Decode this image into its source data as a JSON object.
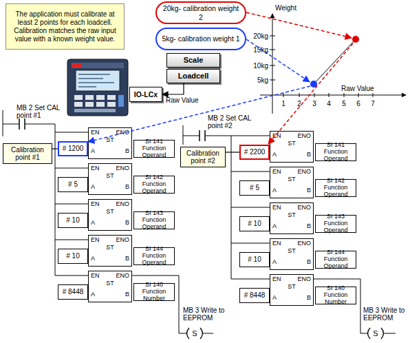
{
  "diagram": {
    "nodes": [
      {
        "text": [
          "The application must calibrate at least 2 points for each loadcell. Calibration matches the raw input value with a known weight value."
        ]
      },
      {
        "text": [
          "20kg- calibration weight 2"
        ]
      },
      {
        "text": [
          "5kg- calibration weight 1"
        ]
      },
      {
        "text": [
          "Scale"
        ]
      },
      {
        "text": [
          "Loadcell"
        ]
      },
      {
        "text": [
          "IO-LCx"
        ]
      },
      {
        "text": [
          "Calibration point #1"
        ]
      },
      {
        "text": [
          "EN",
          "ENO",
          "ST",
          "A",
          "B"
        ]
      },
      {
        "text": [
          "# 1200"
        ]
      },
      {
        "text": [
          "SI 141 Function Operand"
        ]
      },
      {
        "text": [
          "EN",
          "ENO",
          "ST",
          "A",
          "B"
        ]
      },
      {
        "text": [
          "# 5"
        ]
      },
      {
        "text": [
          "SI 142 Function Operand"
        ]
      },
      {
        "text": [
          "EN",
          "ENO",
          "ST",
          "A",
          "B"
        ]
      },
      {
        "text": [
          "# 10"
        ]
      },
      {
        "text": [
          "SI 143 Function Operand"
        ]
      },
      {
        "text": [
          "EN",
          "ENO",
          "ST",
          "A",
          "B"
        ]
      },
      {
        "text": [
          "# 10"
        ]
      },
      {
        "text": [
          "SI 144 Function Operand"
        ]
      },
      {
        "text": [
          "EN",
          "ENO",
          "ST",
          "A",
          "B"
        ]
      },
      {
        "text": [
          "# 8448"
        ]
      },
      {
        "text": [
          "SI 140 Function Number"
        ]
      },
      {
        "text": [
          "Calibration point #2"
        ]
      },
      {
        "text": [
          "EN",
          "ENO",
          "ST",
          "A",
          "B"
        ]
      },
      {
        "text": [
          "# 2200"
        ]
      },
      {
        "text": [
          "SI 141 Function Operand"
        ]
      },
      {
        "text": [
          "EN",
          "ENO",
          "ST",
          "A",
          "B"
        ]
      },
      {
        "text": [
          "# 5"
        ]
      },
      {
        "text": [
          "SI 142 Function Operand"
        ]
      },
      {
        "text": [
          "EN",
          "ENO",
          "ST",
          "A",
          "B"
        ]
      },
      {
        "text": [
          "# 10"
        ]
      },
      {
        "text": [
          "SI 143 Function Operand"
        ]
      },
      {
        "text": [
          "EN",
          "ENO",
          "ST",
          "A",
          "B"
        ]
      },
      {
        "text": [
          "# 10"
        ]
      },
      {
        "text": [
          "SI 144 Function Operand"
        ]
      },
      {
        "text": [
          "EN",
          "ENO",
          "ST",
          "A",
          "B"
        ]
      },
      {
        "text": [
          "# 8448"
        ]
      },
      {
        "text": [
          "SI 140 Function Number"
        ]
      }
    ],
    "edges": [
      {
        "from": 4,
        "to": 5,
        "arrow": "to",
        "label": "Raw Value"
      },
      {
        "from": 6,
        "to": 8,
        "arrow": "none"
      },
      {
        "from": 22,
        "to": 24,
        "arrow": "none"
      }
    ],
    "labels": [
      "Weight",
      "20kg",
      "15kg",
      "10kg",
      "5kg",
      "Raw Value",
      "1",
      "2",
      "3",
      "4",
      "5",
      "6",
      "7",
      "MB 2 Set CAL point #1",
      "MB 3 Write to EEPROM",
      "S",
      "MB 2 Set CAL point #2",
      "MB 3 Write to EEPROM",
      "S"
    ]
  }
}
